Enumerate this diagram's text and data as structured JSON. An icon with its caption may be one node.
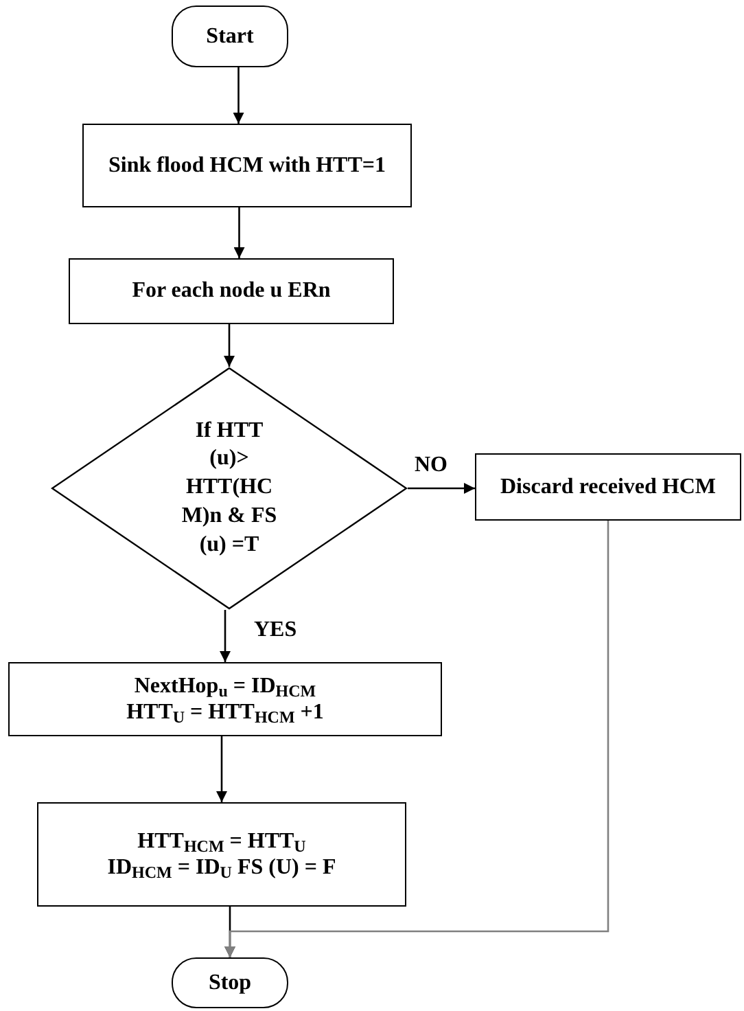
{
  "diagram": {
    "nodes": [
      {
        "text": [
          "Start"
        ]
      },
      {
        "text": [
          "Sink flood HCM with HTT=1"
        ]
      },
      {
        "text": [
          "For each node u ERn"
        ]
      },
      {
        "text": [
          "If HTT (u)> HTT(HC M)n & FS (u) =T"
        ]
      },
      {
        "text": [
          "Discard received HCM"
        ]
      },
      {
        "text": [
          "NextHop$_{u}$ = ID$_{HCM}$",
          "HTT$_{U}$ = HTT$_{HCM}$ +1"
        ]
      },
      {
        "text": [
          "HTT$_{HCM}$ = HTT$_{U}$",
          "ID$_{HCM}$ = ID$_{U}$ FS (U) = F"
        ]
      },
      {
        "text": [
          "Stop"
        ]
      }
    ],
    "edges": [
      {
        "from": 0,
        "to": 1,
        "arrow": "to"
      },
      {
        "from": 1,
        "to": 2,
        "arrow": "to"
      },
      {
        "from": 2,
        "to": 3,
        "arrow": "to"
      },
      {
        "from": 3,
        "to": 4,
        "arrow": "to",
        "label": "NO"
      },
      {
        "from": 3,
        "to": 5,
        "arrow": "to",
        "label": "YES"
      },
      {
        "from": 5,
        "to": 6,
        "arrow": "to"
      },
      {
        "from": 6,
        "to": 7,
        "arrow": "to"
      },
      {
        "from": 4,
        "to": 7,
        "arrow": "to",
        "color": "#808080"
      }
    ]
  }
}
